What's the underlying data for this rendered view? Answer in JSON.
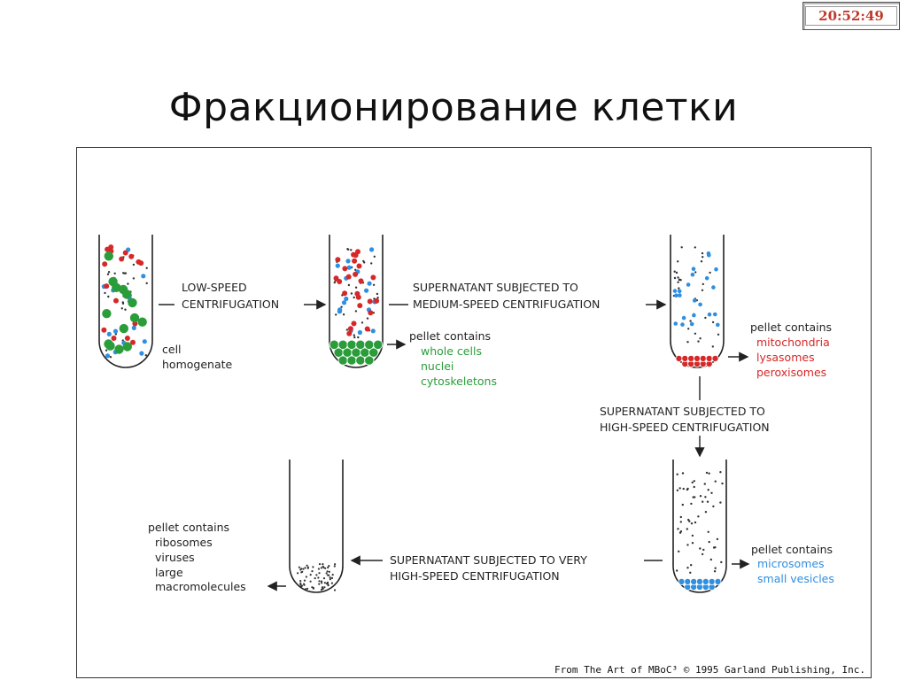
{
  "clock": "20:52:49",
  "title": "Фракционирование клетки",
  "colors": {
    "green": "#2a9d3a",
    "red": "#d62828",
    "blue": "#2f8fe0",
    "dot": "#333333"
  },
  "steps": {
    "low_speed": [
      "LOW-SPEED",
      "CENTRIFUGATION"
    ],
    "medium_speed": [
      "SUPERNATANT SUBJECTED TO",
      "MEDIUM-SPEED CENTRIFUGATION"
    ],
    "high_speed": [
      "SUPERNATANT SUBJECTED TO",
      "HIGH-SPEED CENTRIFUGATION"
    ],
    "very_high_speed": [
      "SUPERNATANT SUBJECTED TO VERY",
      "HIGH-SPEED CENTRIFUGATION"
    ]
  },
  "tube1": {
    "label": [
      "cell",
      "homogenate"
    ]
  },
  "pellet1": {
    "heading": "pellet contains",
    "items": [
      "whole cells",
      "nuclei",
      "cytoskeletons"
    ]
  },
  "pellet2": {
    "heading": "pellet contains",
    "items": [
      "mitochondria",
      "lysasomes",
      "peroxisomes"
    ]
  },
  "pellet3": {
    "heading": "pellet contains",
    "items": [
      "microsomes",
      "small vesicles"
    ]
  },
  "pellet4": {
    "heading": "pellet contains",
    "items": [
      "ribosomes",
      "viruses",
      "large",
      "macromolecules"
    ]
  },
  "credit": "From The Art of MBoC³ © 1995 Garland Publishing, Inc."
}
